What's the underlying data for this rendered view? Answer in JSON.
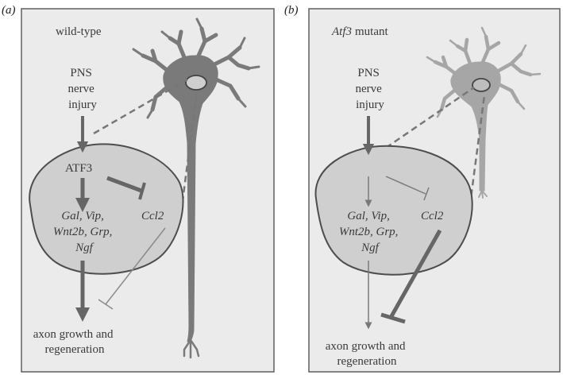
{
  "colors": {
    "panel_bg": "#ebebeb",
    "panel_border": "#5f5f5f",
    "nucleus_fill": "#cfcfcf",
    "arrow_dark": "#666666",
    "arrow_light": "#8a8a8a",
    "neuron_dark": "#7a7a7a",
    "neuron_light": "#a6a6a6"
  },
  "panels": [
    {
      "letter": "(a)",
      "genotype": "wild-type",
      "genotype_italic_part": "",
      "stimulus_lines": [
        "PNS",
        "nerve",
        "injury"
      ],
      "regulator": "ATF3",
      "target_genes": [
        "Gal, Vip,",
        "Wnt2b, Grp,",
        "Ngf"
      ],
      "repressed_gene": "Ccl2",
      "outcome_lines": [
        "axon growth and",
        "regeneration"
      ]
    },
    {
      "letter": "(b)",
      "genotype": "mutant",
      "genotype_italic_part": "Atf3",
      "stimulus_lines": [
        "PNS",
        "nerve",
        "injury"
      ],
      "regulator": "",
      "target_genes": [
        "Gal, Vip,",
        "Wnt2b, Grp,",
        "Ngf"
      ],
      "repressed_gene": "Ccl2",
      "outcome_lines": [
        "axon growth and",
        "regeneration"
      ]
    }
  ]
}
